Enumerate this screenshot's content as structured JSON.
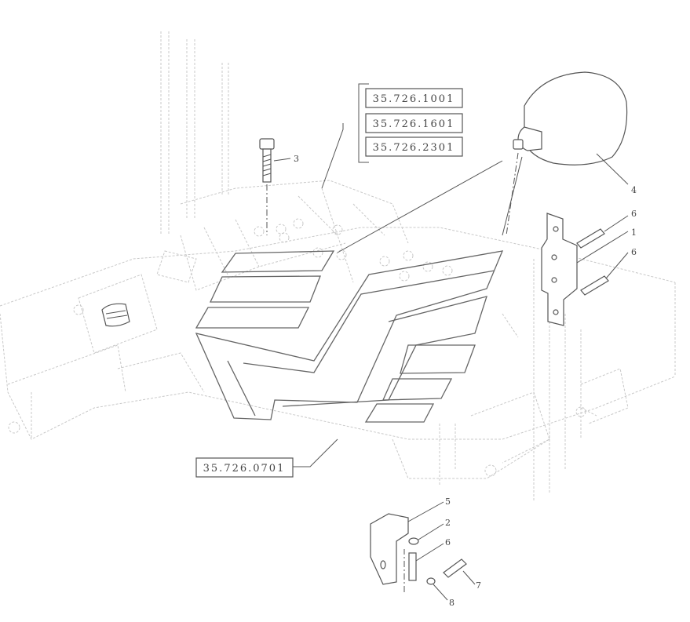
{
  "refs": {
    "r1": "35.726.1001",
    "r2": "35.726.1601",
    "r3": "35.726.2301",
    "r4": "35.726.0701"
  },
  "callouts": {
    "c1": "1",
    "c2": "2",
    "c3": "3",
    "c4": "4",
    "c5": "5",
    "c6a": "6",
    "c6b": "6",
    "c6c": "6",
    "c7": "7",
    "c8": "8"
  }
}
